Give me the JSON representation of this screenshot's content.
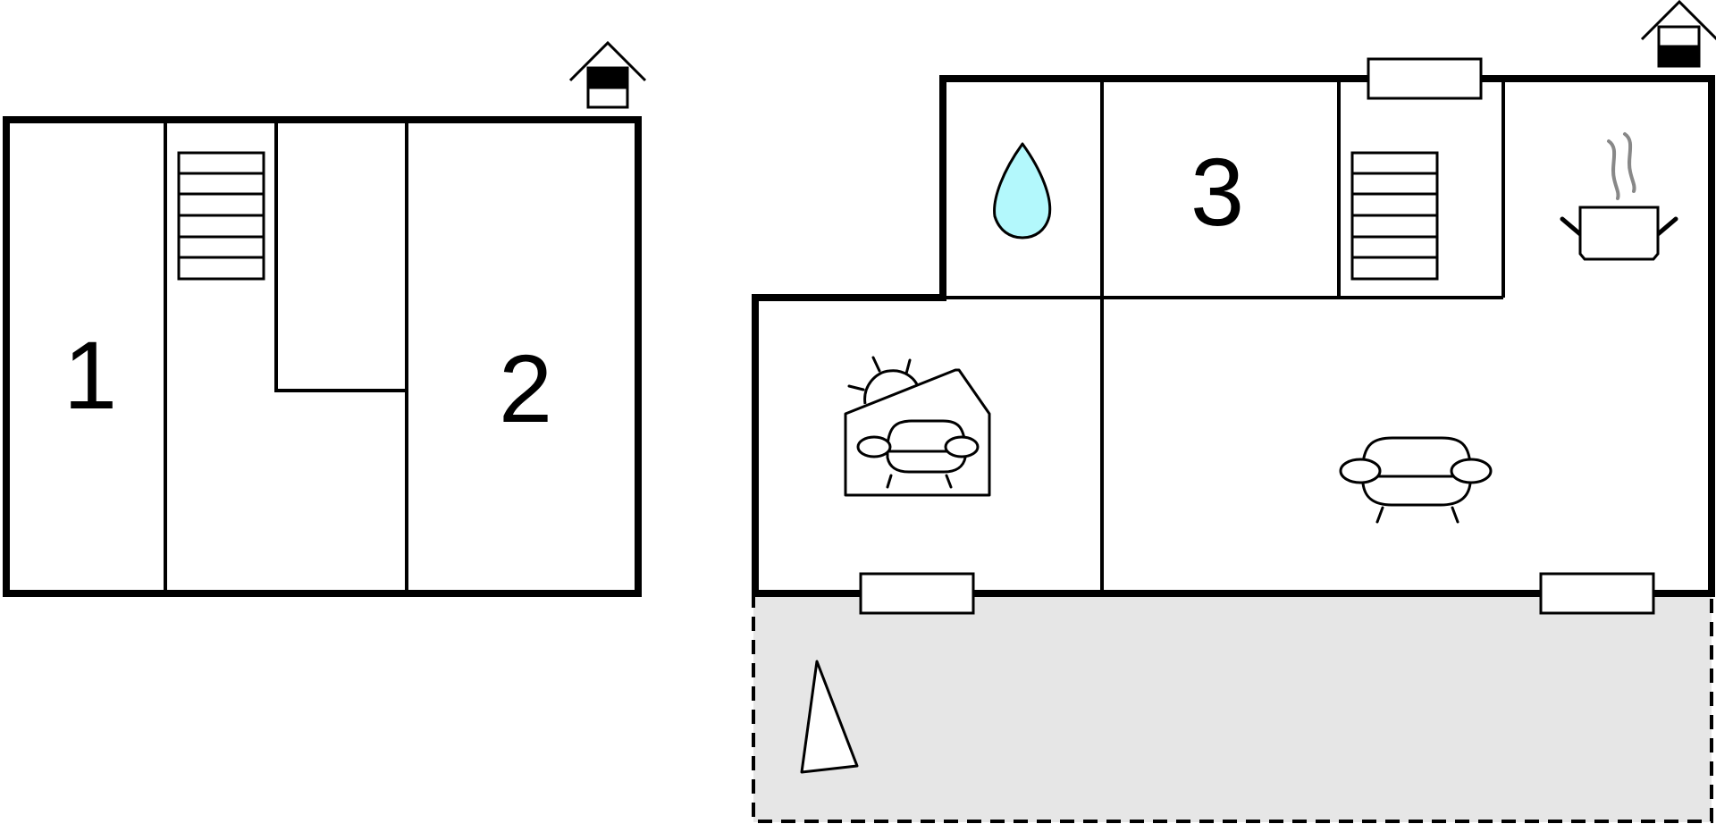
{
  "floor_plan": {
    "upper_floor": {
      "rooms": [
        {
          "number": "1"
        },
        {
          "number": "2"
        }
      ],
      "icons": [
        "stairs-icon",
        "floor-level-house-icon"
      ]
    },
    "ground_floor": {
      "rooms": [
        {
          "number": "3"
        }
      ],
      "icons": [
        "bathroom-water-drop-icon",
        "stairs-icon",
        "kitchen-pot-icon",
        "conservatory-sofa-icon",
        "living-room-sofa-icon",
        "window-icon",
        "terrace-icon",
        "floor-level-house-icon"
      ]
    }
  },
  "colors": {
    "wall": "#000000",
    "terrace": "#e6e6e6",
    "water": "#b3f8fc",
    "steam": "#888888"
  }
}
